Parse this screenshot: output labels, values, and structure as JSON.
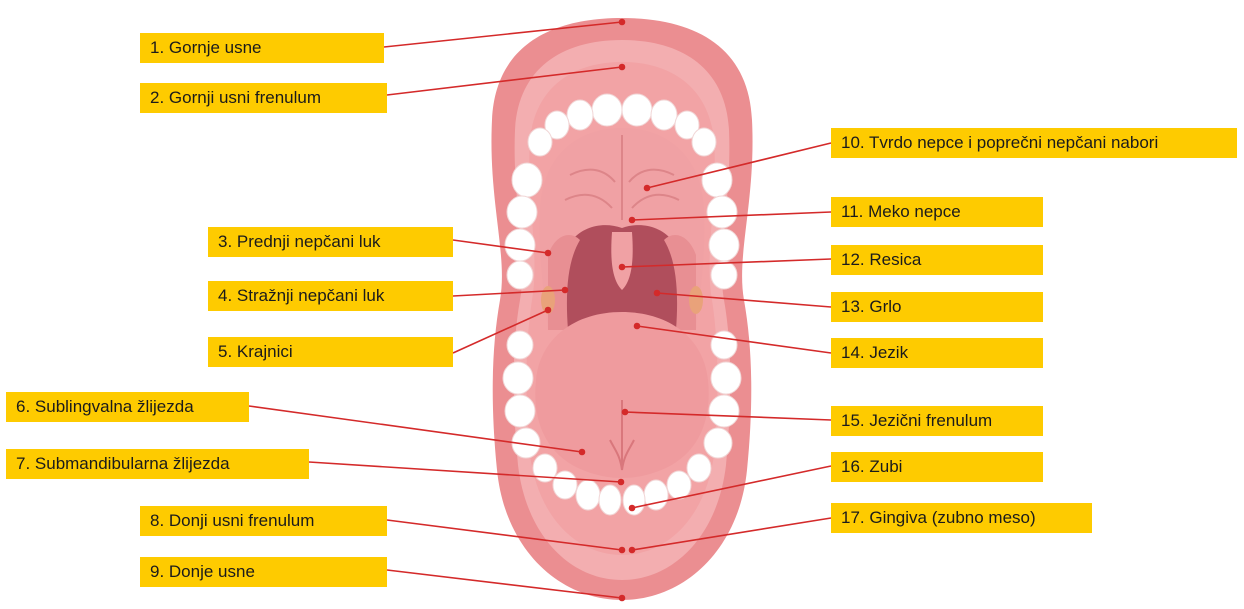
{
  "colors": {
    "label_bg": "#fecb00",
    "leader_line": "#d42a2a",
    "lip": "#eb8e91",
    "lip_light": "#f3aeb0",
    "palate": "#f0a1a4",
    "throat": "#b04e5c",
    "tongue": "#ef9b9e",
    "teeth": "#ffffff"
  },
  "labels": [
    {
      "id": "1",
      "text": "1. Gornje usne"
    },
    {
      "id": "2",
      "text": "2. Gornji usni frenulum"
    },
    {
      "id": "3",
      "text": "3. Prednji nepčani luk"
    },
    {
      "id": "4",
      "text": "4. Stražnji nepčani luk"
    },
    {
      "id": "5",
      "text": "5. Krajnici"
    },
    {
      "id": "6",
      "text": "6. Sublingvalna žlijezda"
    },
    {
      "id": "7",
      "text": "7. Submandibularna žlijezda"
    },
    {
      "id": "8",
      "text": "8. Donji usni frenulum"
    },
    {
      "id": "9",
      "text": "9. Donje usne"
    },
    {
      "id": "10",
      "text": "10. Tvrdo nepce i poprečni nepčani nabori"
    },
    {
      "id": "11",
      "text": "11. Meko nepce"
    },
    {
      "id": "12",
      "text": "12. Resica"
    },
    {
      "id": "13",
      "text": "13. Grlo"
    },
    {
      "id": "14",
      "text": "14. Jezik"
    },
    {
      "id": "15",
      "text": "15. Jezični frenulum"
    },
    {
      "id": "16",
      "text": "16. Zubi"
    },
    {
      "id": "17",
      "text": "17. Gingiva (zubno meso)"
    }
  ]
}
